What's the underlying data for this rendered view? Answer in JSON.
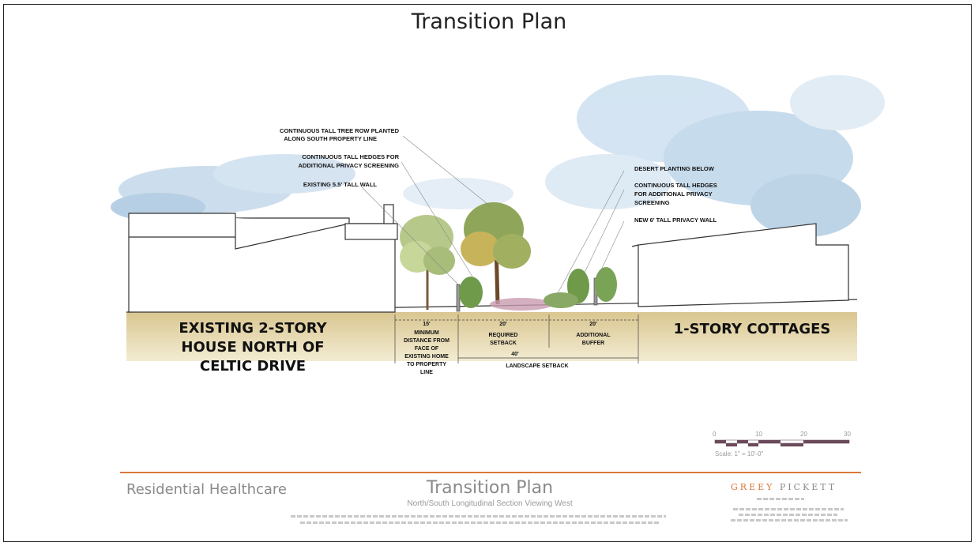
{
  "slide": {
    "title": "Transition Plan"
  },
  "callouts_left": [
    "CONTINUOUS TALL TREE ROW PLANTED",
    "ALONG SOUTH PROPERTY LINE",
    "CONTINUOUS TALL HEDGES FOR",
    "ADDITIONAL PRIVACY SCREENING",
    "EXISTING  5.5' TALL WALL"
  ],
  "callouts_right": [
    "DESERT PLANTING BELOW",
    "CONTINUOUS TALL HEDGES",
    "FOR ADDITIONAL PRIVACY",
    "SCREENING",
    "NEW 6' TALL PRIVACY WALL"
  ],
  "left_building": [
    "EXISTING 2-STORY",
    "HOUSE NORTH OF",
    "CELTIC DRIVE"
  ],
  "right_building": "1-STORY COTTAGES",
  "dimensions": {
    "d1_value": "15'",
    "d1_text": [
      "MINIMUM",
      "DISTANCE FROM",
      "FACE OF",
      "EXISTING HOME",
      "TO PROPERTY",
      "LINE"
    ],
    "d2_value": "20'",
    "d2_text": [
      "REQUIRED",
      "SETBACK"
    ],
    "d3_value": "20'",
    "d3_text": [
      "ADDITIONAL",
      "BUFFER"
    ],
    "total_value": "40'",
    "total_text": "LANDSCAPE SETBACK"
  },
  "footer": {
    "left": "Residential Healthcare",
    "title": "Transition Plan",
    "subtitle": "North/South Longitudinal Section Viewing West",
    "brand_a": "GREEY",
    "brand_b": "PICKETT"
  },
  "scale": {
    "ticks": [
      "0",
      "10",
      "20",
      "30"
    ],
    "label": "Scale: 1\" = 10'-0\""
  },
  "colors": {
    "accent": "#d9793b",
    "sky": "#a9c7e0",
    "ground": "#e6d7a6"
  }
}
